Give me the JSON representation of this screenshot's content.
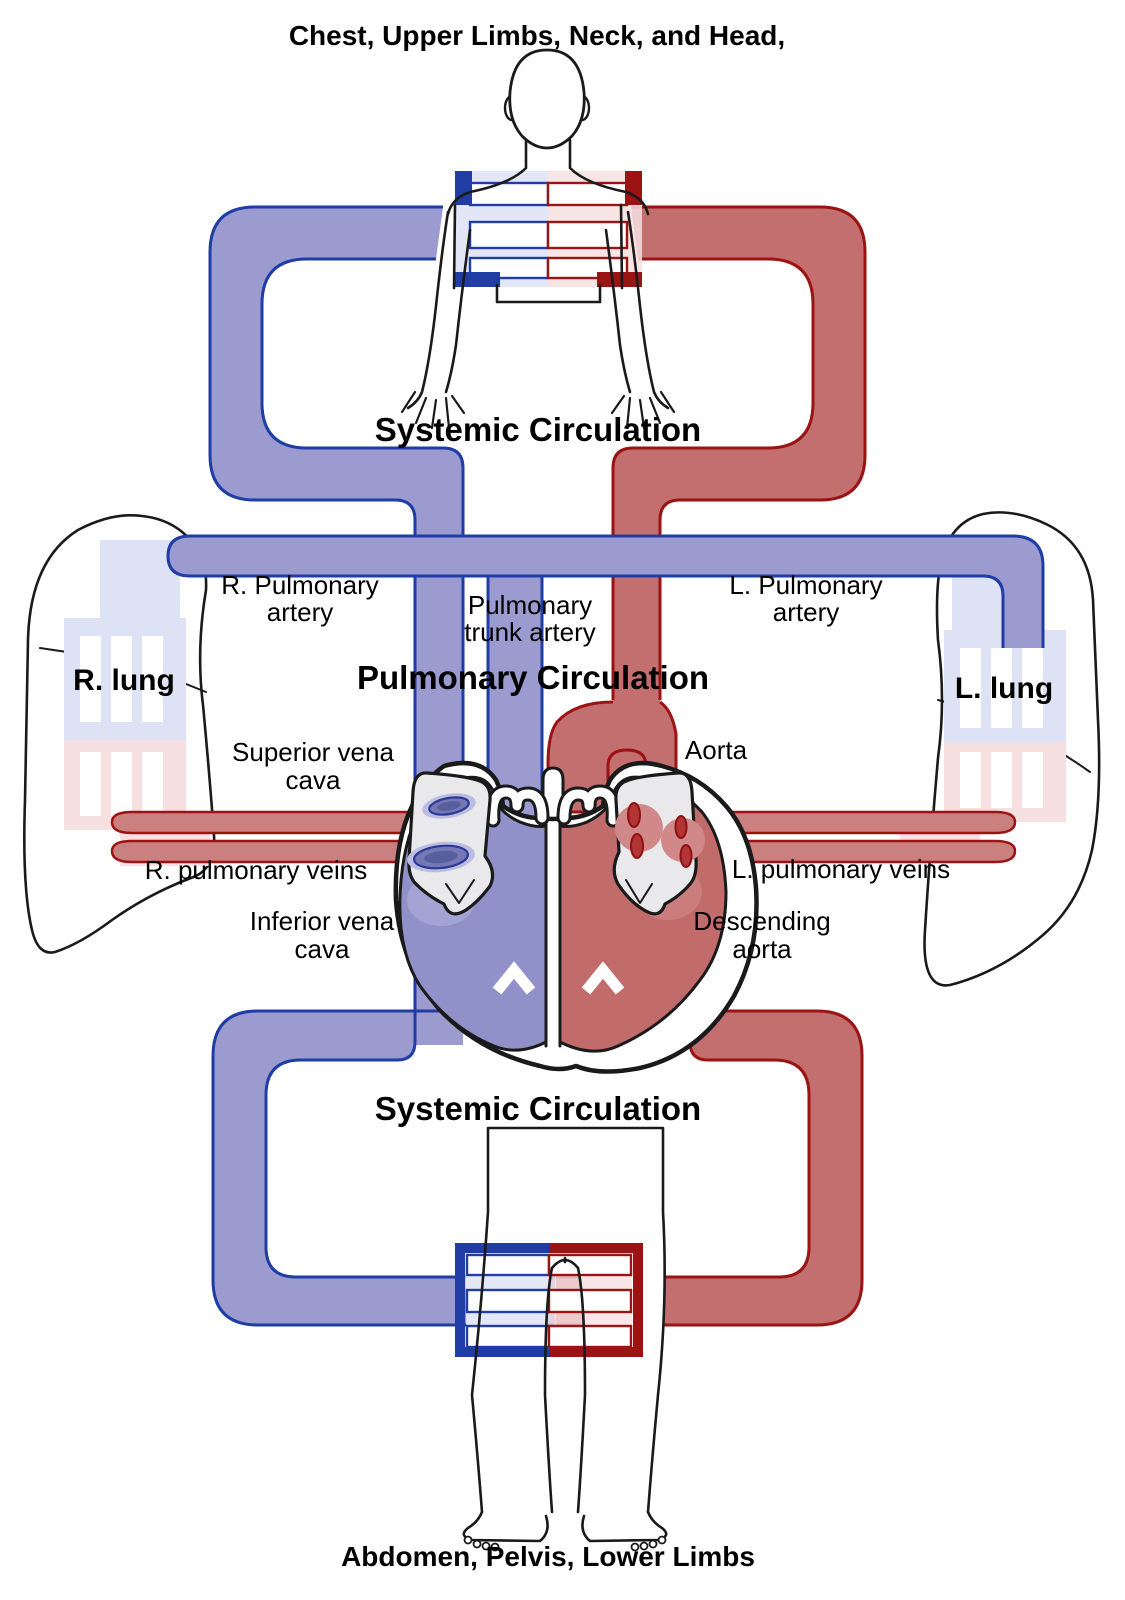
{
  "titles": {
    "top": "Chest, Upper Limbs, Neck, and Head,",
    "bottom": "Abdomen, Pelvis, Lower Limbs"
  },
  "sections": {
    "systemic_top": "Systemic Circulation",
    "pulmonary": "Pulmonary Circulation",
    "systemic_bottom": "Systemic Circulation"
  },
  "labels": {
    "r_pulmonary_artery": {
      "line1": "R. Pulmonary",
      "line2": "artery"
    },
    "pulmonary_trunk": {
      "line1": "Pulmonary",
      "line2": "trunk artery"
    },
    "l_pulmonary_artery": {
      "line1": "L. Pulmonary",
      "line2": "artery"
    },
    "r_lung": "R. lung",
    "l_lung": "L. lung",
    "superior_vena_cava": {
      "line1": "Superior vena",
      "line2": "cava"
    },
    "aorta": "Aorta",
    "r_pulmonary_veins": "R. pulmonary veins",
    "l_pulmonary_veins": "L. pulmonary veins",
    "inferior_vena_cava": {
      "line1": "Inferior vena",
      "line2": "cava"
    },
    "descending_aorta": {
      "line1": "Descending",
      "line2": "aorta"
    },
    "systemic_top_label": "Systemic Circulation",
    "systemic_bottom_label": "Systemic Circulation",
    "pulmonary_label": "Pulmonary Circulation"
  },
  "colors": {
    "vein_fill": "#9b9bd0",
    "vein_border": "#1f3da5",
    "artery_fill": "#c46f6f",
    "artery_border": "#9b1313",
    "vein_band_fill": "#cb8080",
    "capillary_blue": "#dde2f4",
    "capillary_pink": "#f6e0e2",
    "heart_left": "#9191ca",
    "heart_right": "#c26b6b",
    "atrium_gray": "#e9e9ec",
    "outline_black": "#1a1a1a",
    "oval_blue": "#7478b4",
    "oval_blue_halo": "#bcbde0",
    "oval_red": "#b23434",
    "oval_red_halo": "#d08888"
  }
}
